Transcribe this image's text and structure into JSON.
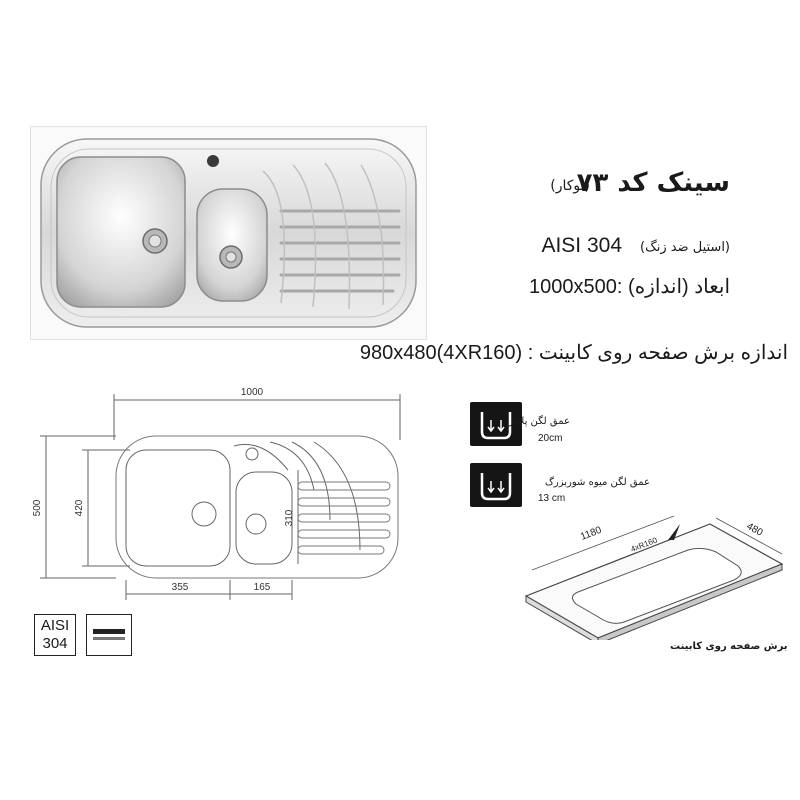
{
  "product": {
    "title": "سینک کد ۷۳",
    "mount_type": "(توکار)",
    "material_code": "AISI 304",
    "material_desc": "(استیل ضد زنگ)",
    "dimensions_line": "1000x500: ابعاد (اندازه)",
    "cabinet_cutout_line": "980x480(4XR160) : اندازه برش صفحه روی کابینت"
  },
  "drawing": {
    "width_label": "1000",
    "height_label": "500",
    "inner_height_label": "420",
    "left_bowl_width_label": "355",
    "right_bowl_width_label": "165",
    "right_bowl_height_label": "310"
  },
  "depth_specs": [
    {
      "label": "عمق لگن پلاس",
      "value": "20cm"
    },
    {
      "label": "عمق لگن میوه شوربزرگ",
      "value": "13 cm"
    }
  ],
  "material_badge": {
    "line1": "AISI",
    "line2": "304"
  },
  "cutout_diagram": {
    "length_label": "1180",
    "width_label": "480",
    "radius_label": "4xR160",
    "caption": "برش صفحه روی کابینت"
  },
  "colors": {
    "steel_light": "#f2f2f2",
    "steel_mid": "#c9c9c9",
    "steel_dark": "#8a8a8a",
    "line": "#555555",
    "icon_bg": "#151515"
  }
}
